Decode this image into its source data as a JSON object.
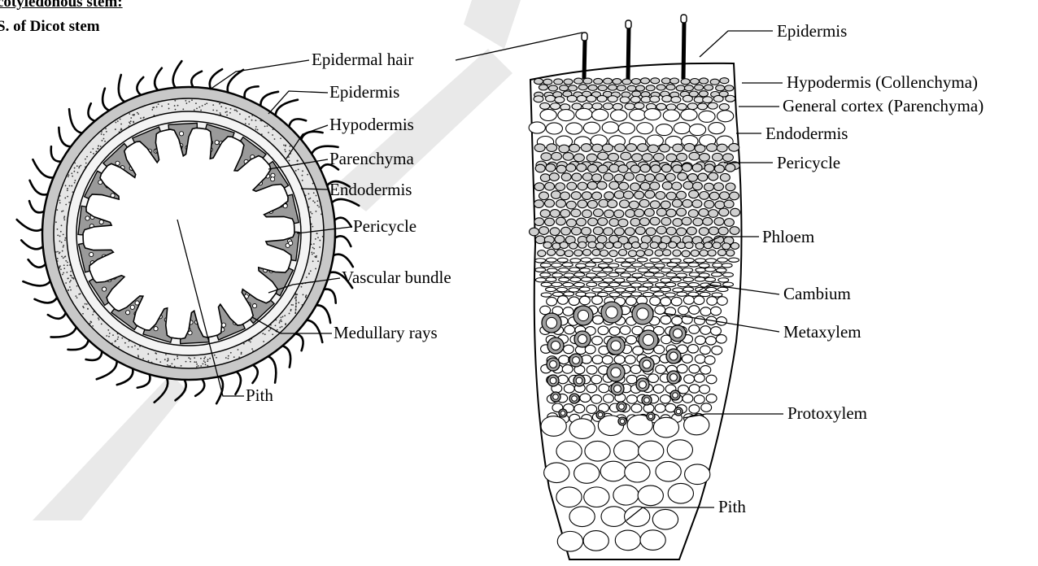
{
  "heading": {
    "title": "cotyledonous stem:",
    "subtitle": "S. of Dicot stem"
  },
  "left_diagram": {
    "labels": [
      "Epidermal hair",
      "Epidermis",
      "Hypodermis",
      "Parenchyma",
      "Endodermis",
      "Pericycle",
      "Vascular bundle",
      "Medullary rays",
      "Pith"
    ]
  },
  "right_diagram": {
    "labels": [
      "Epidermis",
      "Hypodermis (Collenchyma)",
      "General cortex (Parenchyma)",
      "Endodermis",
      "Pericycle",
      "Phloem",
      "Cambium",
      "Metaxylem",
      "Protoxylem",
      "Pith"
    ]
  },
  "colors": {
    "line": "#000000",
    "ring_fill": "#d4d4d4",
    "bundle_fill": "#9a9a9a",
    "cell_fill": "#d0d0d0",
    "watermark": "#e9e9e9"
  }
}
